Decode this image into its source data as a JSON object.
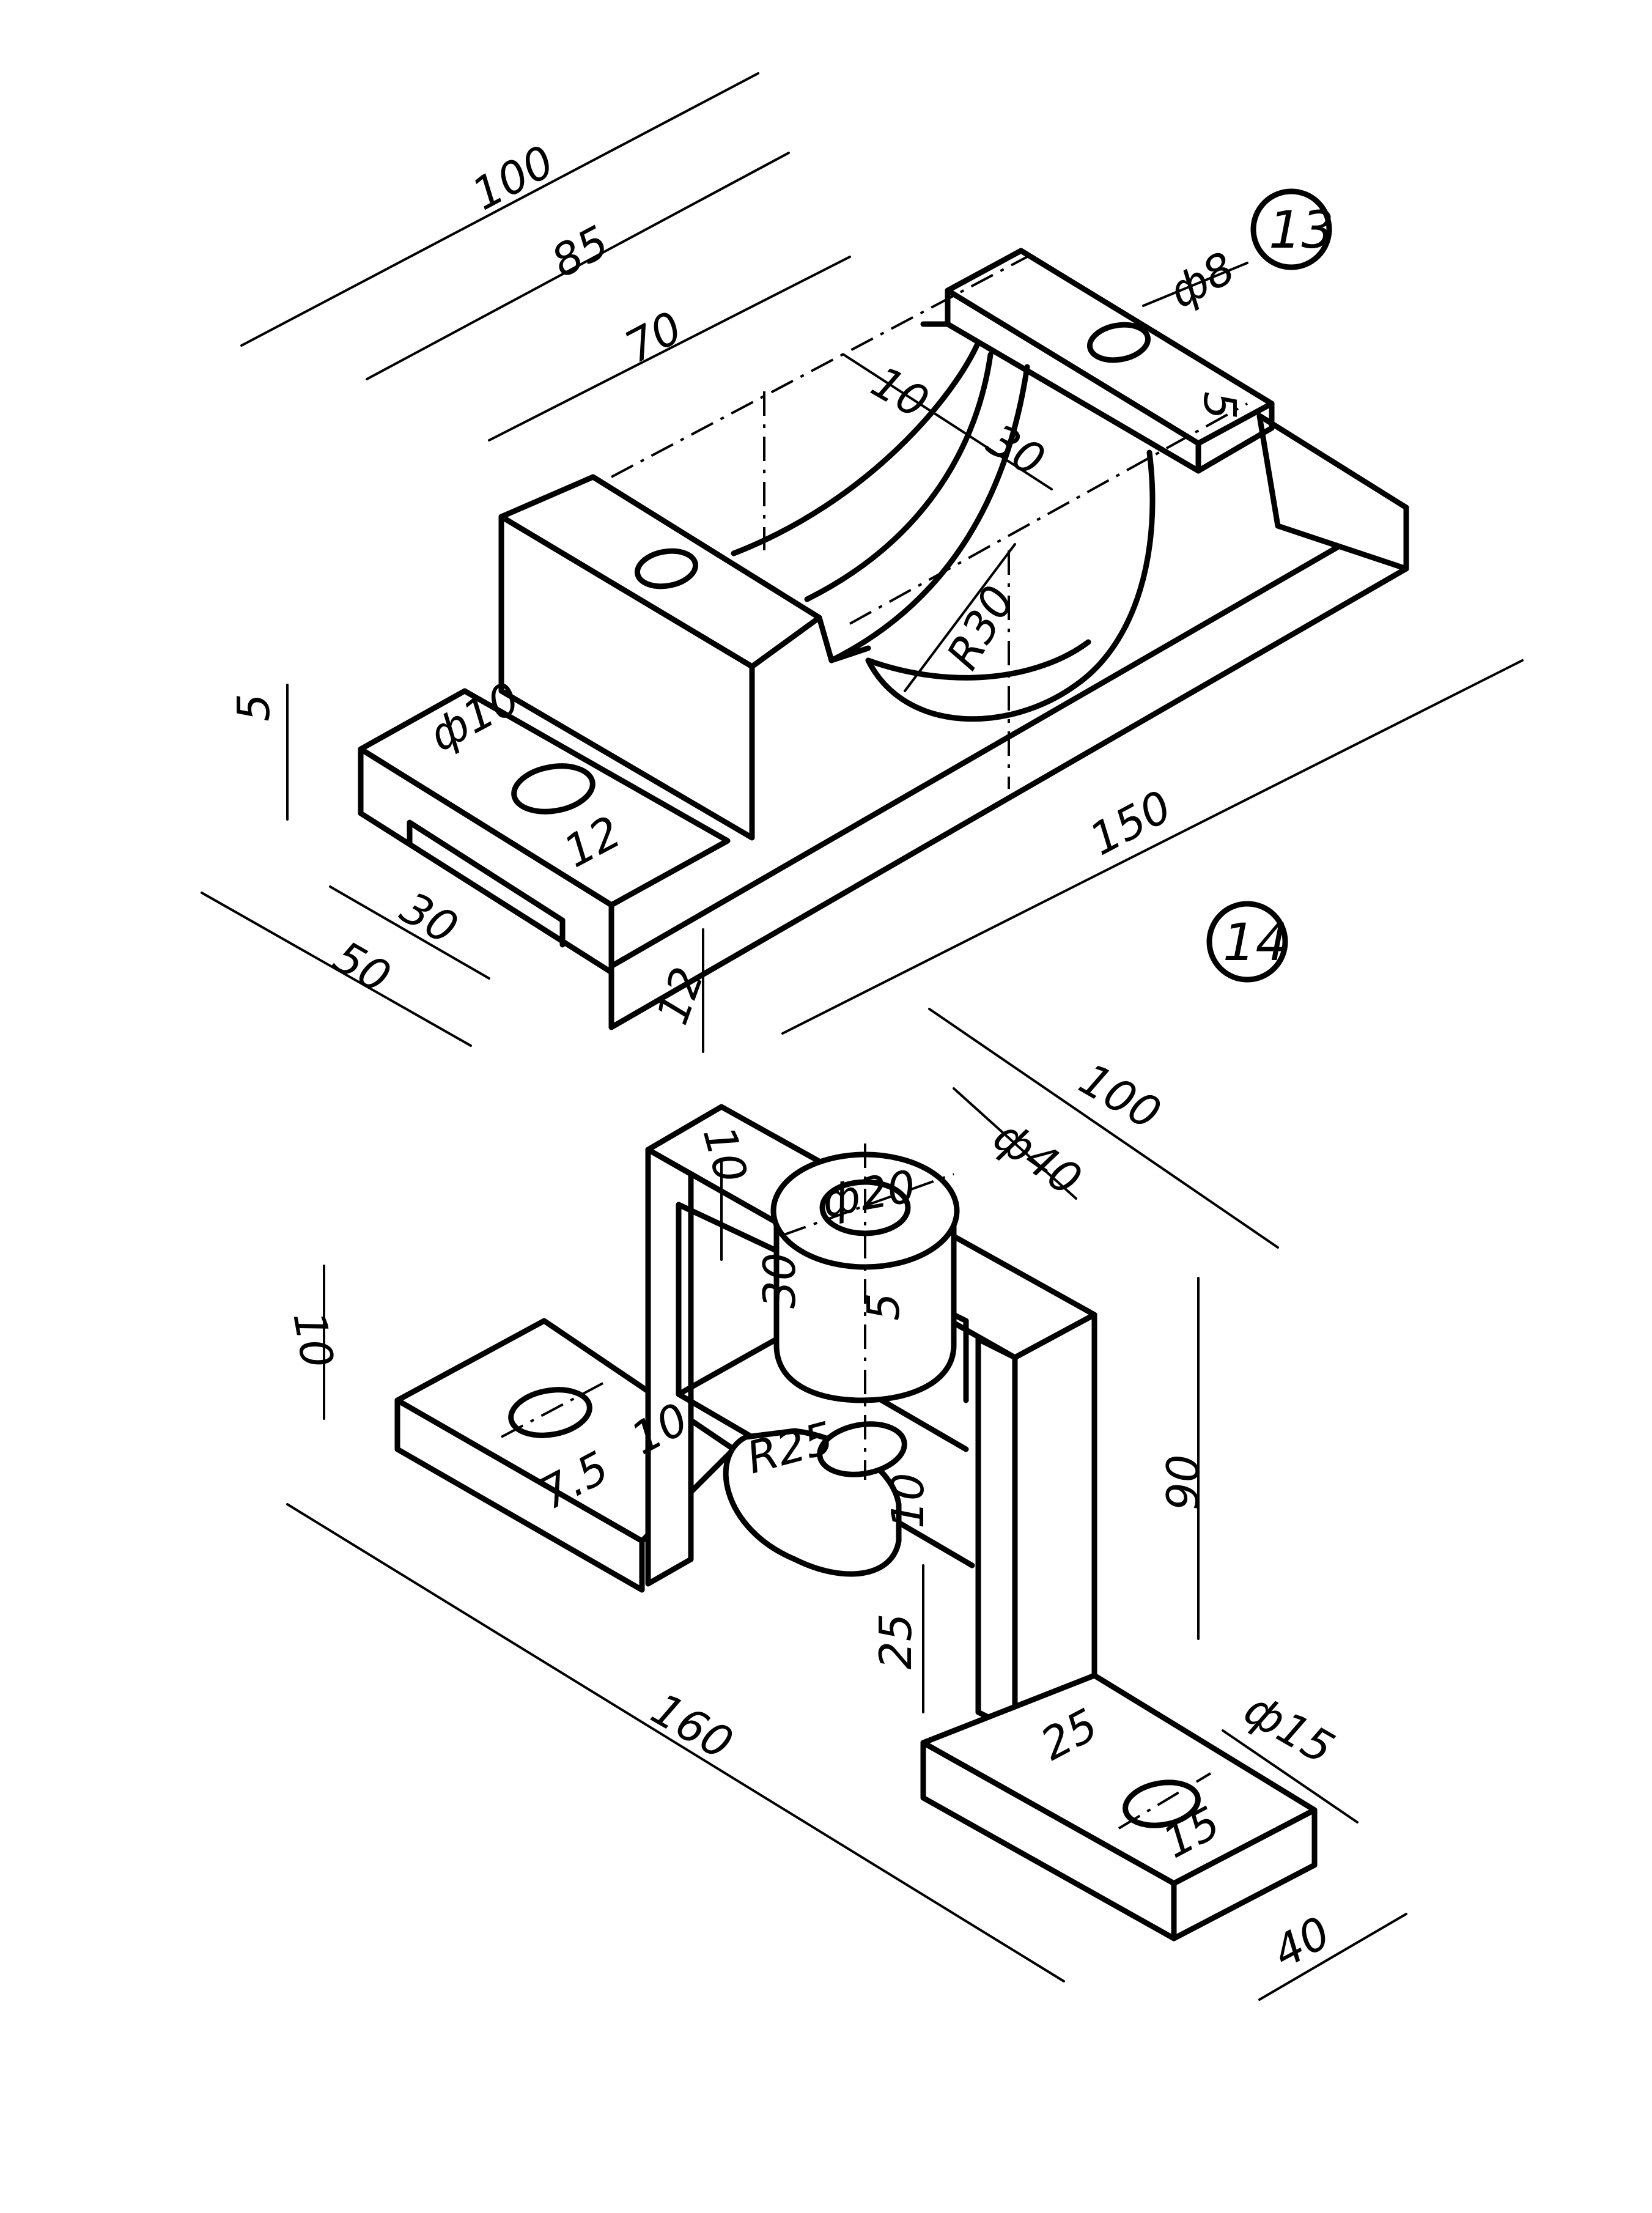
{
  "figures": [
    {
      "number": "13",
      "dimensions": {
        "length_overall": "100",
        "length_85": "85",
        "length_70": "70",
        "groove_width": "10",
        "slot_width": "30",
        "hole_top": "ф8",
        "step_top": "5",
        "arc_radius": "R30",
        "hole_flange": "ф10",
        "flange_thickness": "5",
        "hole_offset": "12",
        "slot_base": "30",
        "width_overall": "50",
        "base_height": "12",
        "length_total": "150"
      }
    },
    {
      "number": "14",
      "dimensions": {
        "depth_overall": "100",
        "boss_diameter": "ф40",
        "hole_diameter": "ф20",
        "wall_thickness": "10",
        "boss_height": "30",
        "gap": "5",
        "plate_thickness": "10",
        "rib_offset": "7.5",
        "rib_thickness": "10",
        "lug_radius": "R25",
        "lug_thickness": "10",
        "foot_height": "25",
        "height_overall": "90",
        "span": "160",
        "foot_width": "25",
        "foot_hole": "ф15",
        "foot_hole_offset": "15",
        "foot_length": "40"
      }
    }
  ]
}
